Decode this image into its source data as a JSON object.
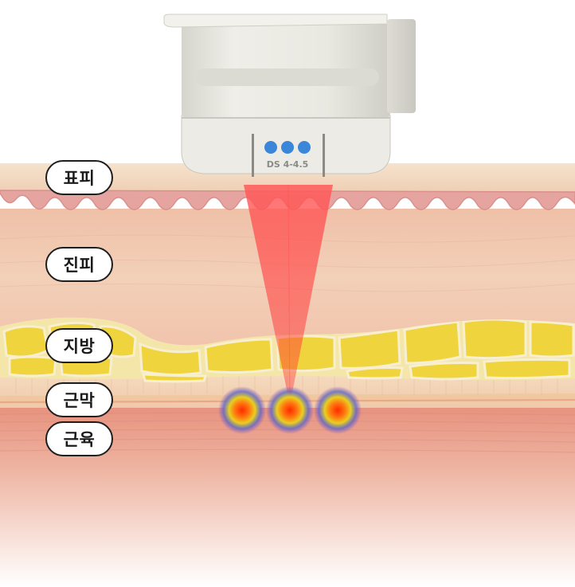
{
  "device": {
    "model_label": "DS 4-4.5",
    "indicator_color": "#3a86d8",
    "indicator_count": 3
  },
  "layers": [
    {
      "label": "표피"
    },
    {
      "label": "진피"
    },
    {
      "label": "지방"
    },
    {
      "label": "근막"
    },
    {
      "label": "근육"
    }
  ],
  "colors": {
    "beam": "#e63a3a",
    "epidermis": "#f2d6bd",
    "dermis": "#f1c6ae",
    "fat": "#f1da55",
    "muscle": "#e6a08c",
    "label_border": "#1e1e1e"
  }
}
